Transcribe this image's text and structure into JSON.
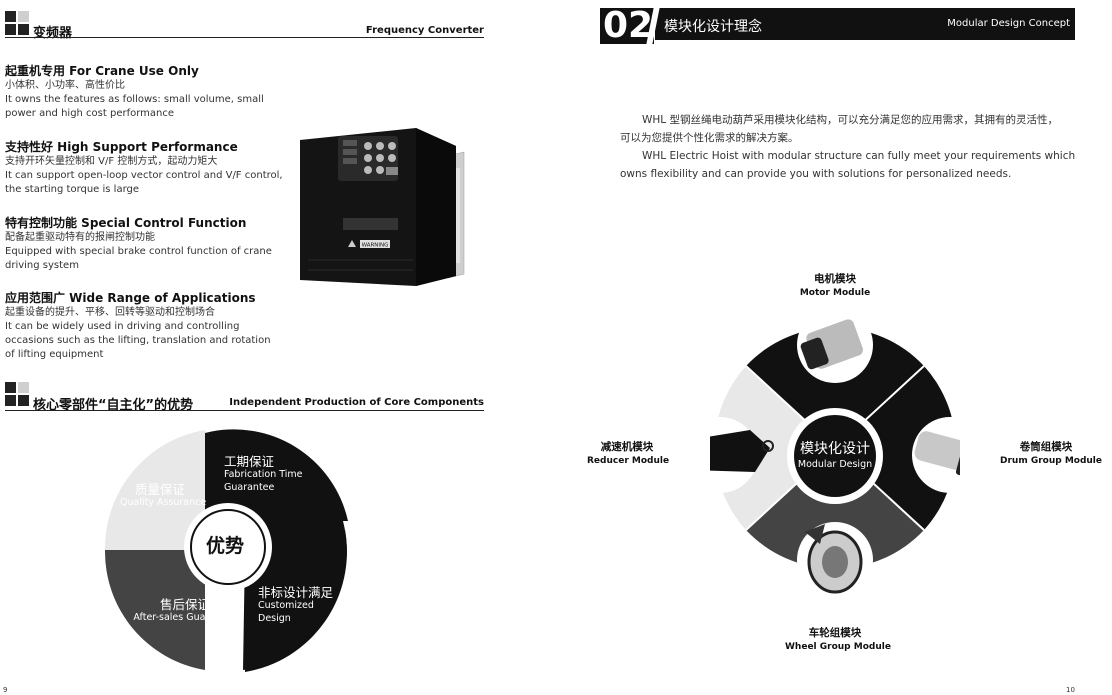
{
  "left_header": {
    "title_zh": "变频器",
    "title_en": "Frequency Converter"
  },
  "features": [
    {
      "title": "起重机专用 For Crane Use Only",
      "zh": "小体积、小功率、高性价比",
      "en": "It owns the features as follows: small volume, small power and high cost performance"
    },
    {
      "title": "支持性好 High Support Performance",
      "zh": "支持开环矢量控制和 V/F 控制方式，起动力矩大",
      "en": "It can support open-loop vector control and V/F control, the starting torque is large"
    },
    {
      "title": "特有控制功能 Special Control Function",
      "zh": "配备起重驱动特有的报闸控制功能",
      "en": "Equipped with special brake control function of crane driving system"
    },
    {
      "title": "应用范围广 Wide Range of Applications",
      "zh": "起重设备的提升、平移、回转等驱动和控制场合",
      "en": "It can be widely used in driving and controlling occasions such as the lifting, translation and rotation of lifting equipment"
    }
  ],
  "device": {
    "label": "WARNING"
  },
  "core_header": {
    "title_zh": "核心零部件“自主化”的优势",
    "title_en": "Independent Production of Core Components"
  },
  "advantages": {
    "center": "优势",
    "items": [
      {
        "zh": "质量保证",
        "en": "Quality Assurance",
        "color": "#e8e8e8"
      },
      {
        "zh": "工期保证",
        "en": "Fabrication Time Guarantee",
        "color": "#111111"
      },
      {
        "zh": "非标设计满足",
        "en": "Customized Design",
        "color": "#111111"
      },
      {
        "zh": "售后保证",
        "en": "After-sales Guarantee",
        "color": "#444444"
      }
    ]
  },
  "right_header": {
    "number": "02",
    "title_zh": "模块化设计理念",
    "title_en": "Modular Design Concept"
  },
  "intro": {
    "zh_line1": "WHL 型钢丝绳电动葫芦采用模块化结构，可以充分满足您的应用需求，其拥有的灵活性，",
    "zh_line2": "可以为您提供个性化需求的解决方案。",
    "en_line1": "WHL Electric Hoist with modular structure can fully meet your requirements which",
    "en_line2": "owns flexibility and can provide you with solutions for personalized needs."
  },
  "modular": {
    "center_zh": "模块化设计",
    "center_en": "Modular Design",
    "modules": [
      {
        "zh": "电机模块",
        "en": "Motor Module"
      },
      {
        "zh": "卷筒组模块",
        "en": "Drum Group Module"
      },
      {
        "zh": "车轮组模块",
        "en": "Wheel Group Module"
      },
      {
        "zh": "减速机模块",
        "en": "Reducer Module"
      }
    ]
  },
  "page_numbers": {
    "left": "9",
    "right": "10"
  },
  "colors": {
    "dark": "#111111",
    "mid": "#444444",
    "light": "#e8e8e8"
  }
}
